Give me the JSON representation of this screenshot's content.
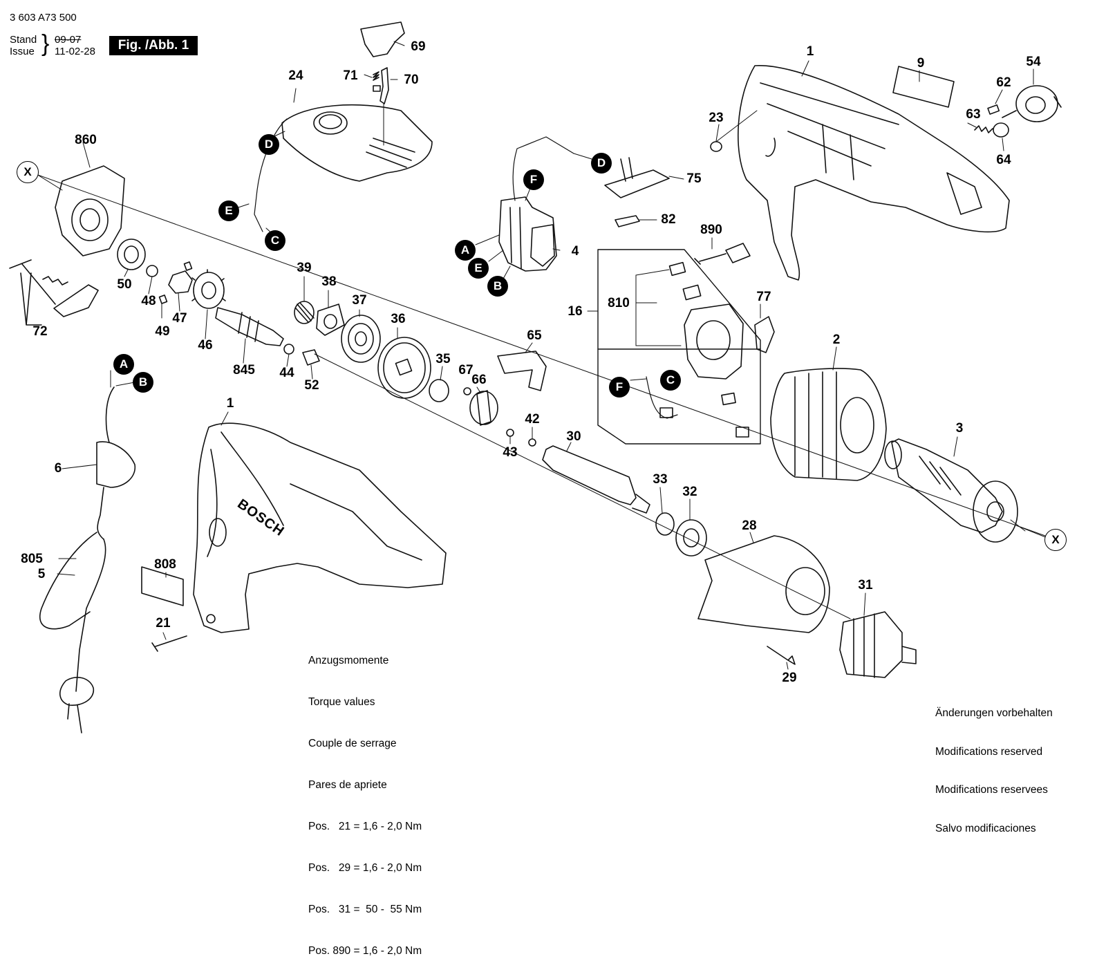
{
  "header": {
    "doc_number": "3 603 A73 500",
    "stand_label": "Stand",
    "issue_label": "Issue",
    "stand_date": "09-07",
    "issue_date": "11-02-28",
    "figure_label": "Fig. /Abb. 1"
  },
  "callouts": {
    "p1_top": "1",
    "p1_body": "1",
    "p2": "2",
    "p3": "3",
    "p4": "4",
    "p5": "5",
    "p6": "6",
    "p9": "9",
    "p16": "16",
    "p21": "21",
    "p23": "23",
    "p24": "24",
    "p28": "28",
    "p29": "29",
    "p30": "30",
    "p31": "31",
    "p32": "32",
    "p33": "33",
    "p35": "35",
    "p36": "36",
    "p37": "37",
    "p38": "38",
    "p39": "39",
    "p42": "42",
    "p43": "43",
    "p44": "44",
    "p46": "46",
    "p47": "47",
    "p48": "48",
    "p49": "49",
    "p50": "50",
    "p52": "52",
    "p54": "54",
    "p62": "62",
    "p63": "63",
    "p64": "64",
    "p65": "65",
    "p66": "66",
    "p67": "67",
    "p69": "69",
    "p70": "70",
    "p71": "71",
    "p72": "72",
    "p75": "75",
    "p77": "77",
    "p82": "82",
    "p805": "805",
    "p808": "808",
    "p810": "810",
    "p845": "845",
    "p860": "860",
    "p890": "890"
  },
  "connectors": {
    "a1": "A",
    "a2": "A",
    "b1": "B",
    "b2": "B",
    "c1": "C",
    "c2": "C",
    "d1": "D",
    "d2": "D",
    "e1": "E",
    "e2": "E",
    "f1": "F",
    "f2": "F",
    "x1": "X",
    "x2": "X"
  },
  "brand_mark": "BOSCH",
  "torque_note": {
    "line1": "Anzugsmomente",
    "line2": "Torque values",
    "line3": "Couple de serrage",
    "line4": "Pares de apriete",
    "line5": "Pos.   21 = 1,6 - 2,0 Nm",
    "line6": "Pos.   29 = 1,6 - 2,0 Nm",
    "line7": "Pos.   31 =  50 -  55 Nm",
    "line8": "Pos. 890 = 1,6 - 2,0 Nm"
  },
  "modifications_note": {
    "line1": "Änderungen vorbehalten",
    "line2": "Modifications reserved",
    "line3": "Modifications reservees",
    "line4": "Salvo modificaciones"
  }
}
